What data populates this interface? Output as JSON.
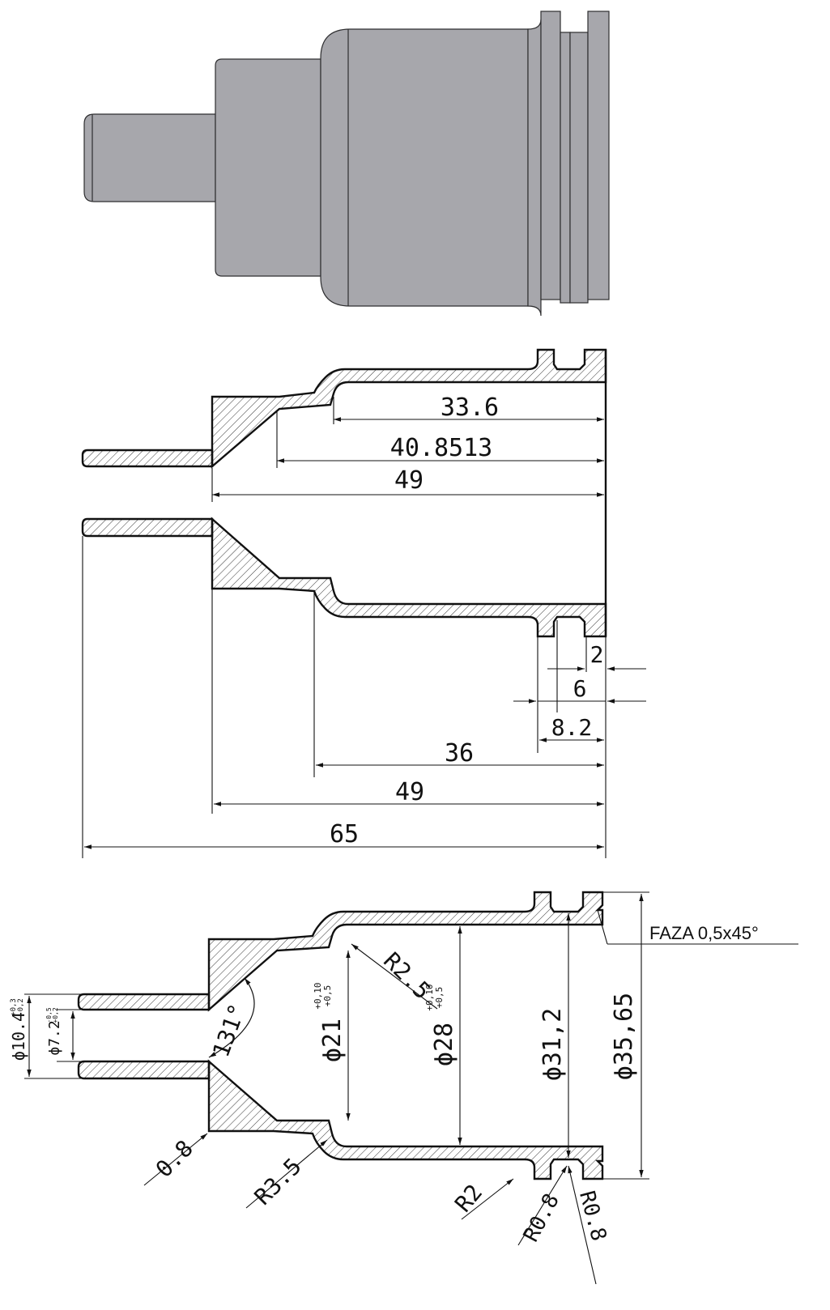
{
  "colors": {
    "stroke": "#111111",
    "render_fill": "#a7a7ac",
    "render_edge": "#2e2e30",
    "background": "#ffffff"
  },
  "side_view": {
    "dimensions": {
      "d_33_6": "33.6",
      "d_40_8513": "40.8513",
      "d_49_top": "49",
      "d_2": "2",
      "d_6": "6",
      "d_8_2": "8.2",
      "d_36": "36",
      "d_49_bottom": "49",
      "d_65": "65"
    }
  },
  "section_view": {
    "dimensions": {
      "dia_10_4": "ϕ10.4",
      "dia_10_4_tol_upper": "+0,3",
      "dia_10_4_tol_lower": "-0,2",
      "dia_7_2": "ϕ7.2",
      "dia_7_2_tol_upper": "-0,5",
      "dia_7_2_tol_lower": "+0,2",
      "angle": "131°",
      "dia_21": "ϕ21",
      "dia_21_tol_upper": "+0,10",
      "dia_21_tol_lower": "+0,5",
      "r_2_5": "R2.5",
      "dia_28": "ϕ28",
      "dia_28_tol_upper": "+0,10",
      "dia_28_tol_lower": "+0,5",
      "dia_31_2": "ϕ31,2",
      "dia_35_65": "ϕ35,65",
      "chamfer_note": "FAZA 0,5x45°",
      "d_0_8": "0.8",
      "r_3_5": "R3.5",
      "r_2": "R2",
      "r_0_8_left": "R0.8",
      "r_0_8_right": "R0.8"
    }
  }
}
